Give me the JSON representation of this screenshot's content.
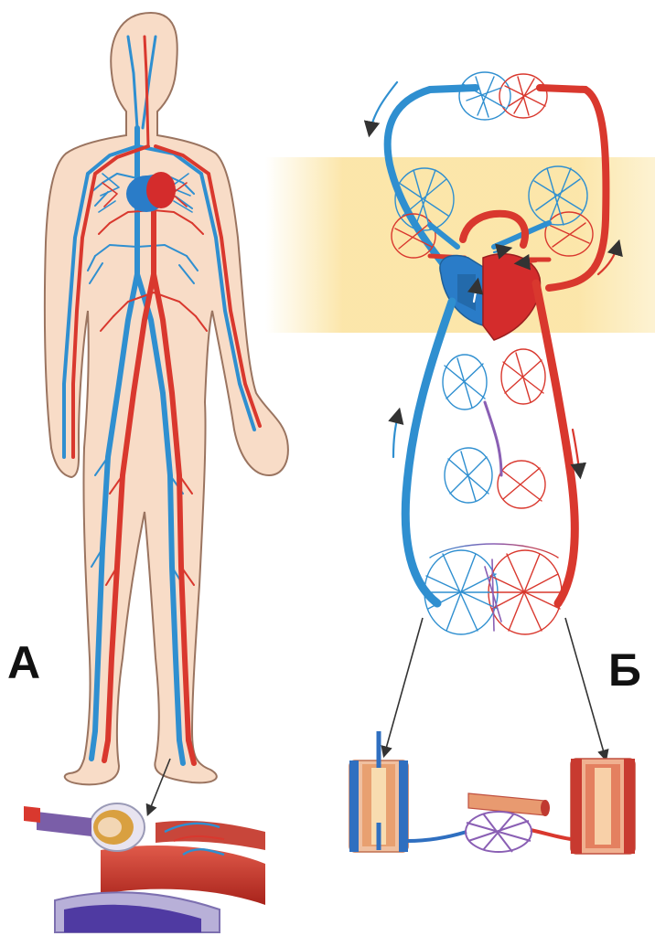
{
  "labels": {
    "panel_a": "А",
    "panel_b": "Б"
  },
  "colors": {
    "artery": "#d9382e",
    "vein": "#2f8fd0",
    "skin": "#f8dcc7",
    "skin_outline": "#9a7460",
    "highlight_band": "#fbe6a6",
    "heart_red": "#d42c2c",
    "heart_blue": "#2a7cc8",
    "capillary_mix": "#8a5fb4",
    "pointer": "#333333"
  },
  "panels": [
    {
      "id": "A",
      "content": "human-body-circulatory-system"
    },
    {
      "id": "B",
      "content": "circulation-scheme-heart-capillaries"
    }
  ],
  "details": [
    {
      "id": "A",
      "content": "blood-vessel-cross-section"
    },
    {
      "id": "B",
      "content": "vein-capillaries-artery-walls"
    }
  ]
}
